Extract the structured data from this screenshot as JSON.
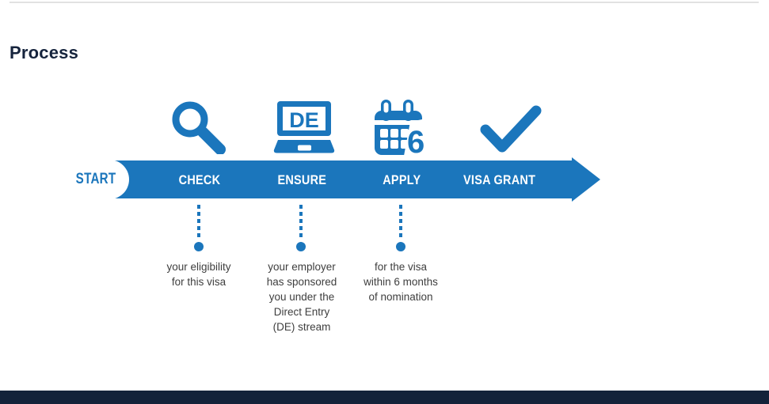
{
  "header": {
    "title": "Process"
  },
  "timeline": {
    "start_label": "START",
    "laptop_screen_text": "DE",
    "calendar_day_number": "6",
    "steps": [
      {
        "label": "CHECK",
        "icon": "magnifier-icon",
        "description": "your eligibility\nfor this visa"
      },
      {
        "label": "ENSURE",
        "icon": "laptop-de-icon",
        "description": "your employer\nhas sponsored\nyou under the\nDirect Entry\n(DE) stream"
      },
      {
        "label": "APPLY",
        "icon": "calendar-6-icon",
        "description": "for the visa\nwithin 6 months\nof nomination"
      },
      {
        "label": "VISA GRANT",
        "icon": "checkmark-icon",
        "description": ""
      }
    ]
  },
  "colors": {
    "accent_blue": "#1b76bc",
    "heading_navy": "#16243d",
    "footer_navy": "#13223a",
    "body_text_gray": "#3e3e3e",
    "top_rule_gray": "#e2e2e2"
  }
}
